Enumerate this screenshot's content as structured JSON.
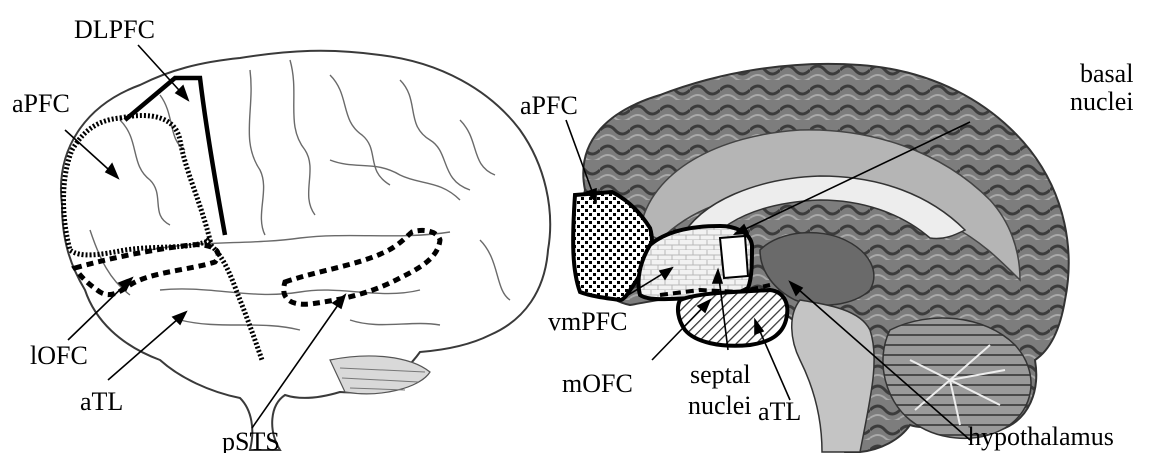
{
  "left_panel": {
    "labels": {
      "dlpfc": "DLPFC",
      "apfc": "aPFC",
      "lofc": "lOFC",
      "atl": "aTL",
      "psts": "pSTS"
    }
  },
  "right_panel": {
    "labels": {
      "apfc": "aPFC",
      "basal_line1": "basal",
      "basal_line2": "nuclei",
      "vmpfc": "vmPFC",
      "mofc": "mOFC",
      "septal_line1": "septal",
      "septal_line2": "nuclei",
      "atl": "aTL",
      "hypothalamus": "hypothalamus"
    }
  },
  "colors": {
    "ink": "#000000",
    "cortex_dark": "#5a5a5a",
    "cortex_mid": "#8a8a8a",
    "cortex_light": "#c8c8c8",
    "background": "#ffffff"
  }
}
